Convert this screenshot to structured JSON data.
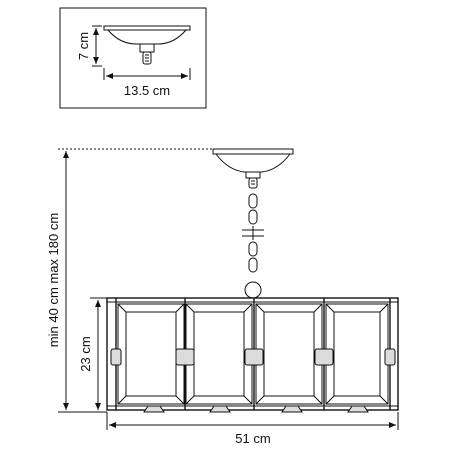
{
  "dimensions": {
    "inset_height": "7 cm",
    "inset_width": "13.5 cm",
    "suspension_range": "min 40 cm max 180 cm",
    "body_height": "23 cm",
    "body_width": "51 cm"
  }
}
